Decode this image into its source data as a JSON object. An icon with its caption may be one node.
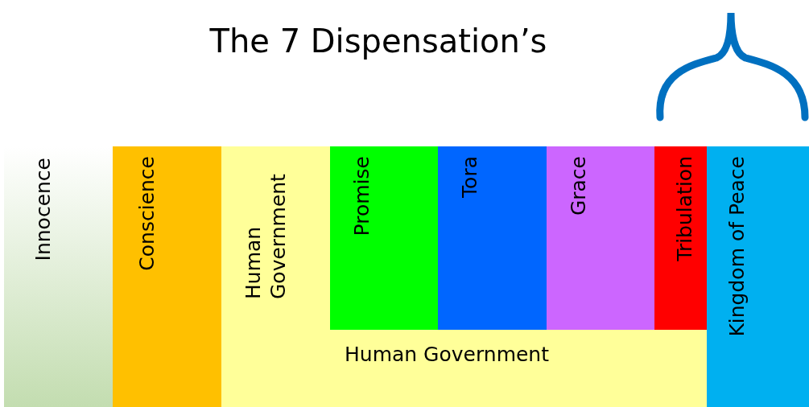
{
  "diagram": {
    "title": "The 7 Dispensation’s",
    "nodes": [
      {
        "text": [
          "Innocence"
        ]
      },
      {
        "text": [
          "Conscience"
        ]
      },
      {
        "text": [
          "Human Government"
        ]
      },
      {
        "text": [
          "Promise"
        ]
      },
      {
        "text": [
          "Tora"
        ]
      },
      {
        "text": [
          "Grace"
        ]
      },
      {
        "text": [
          "Tribulation"
        ]
      },
      {
        "text": [
          "Kingdom of Peace"
        ]
      },
      {
        "text": [
          "Human Government"
        ]
      }
    ],
    "edges": []
  }
}
